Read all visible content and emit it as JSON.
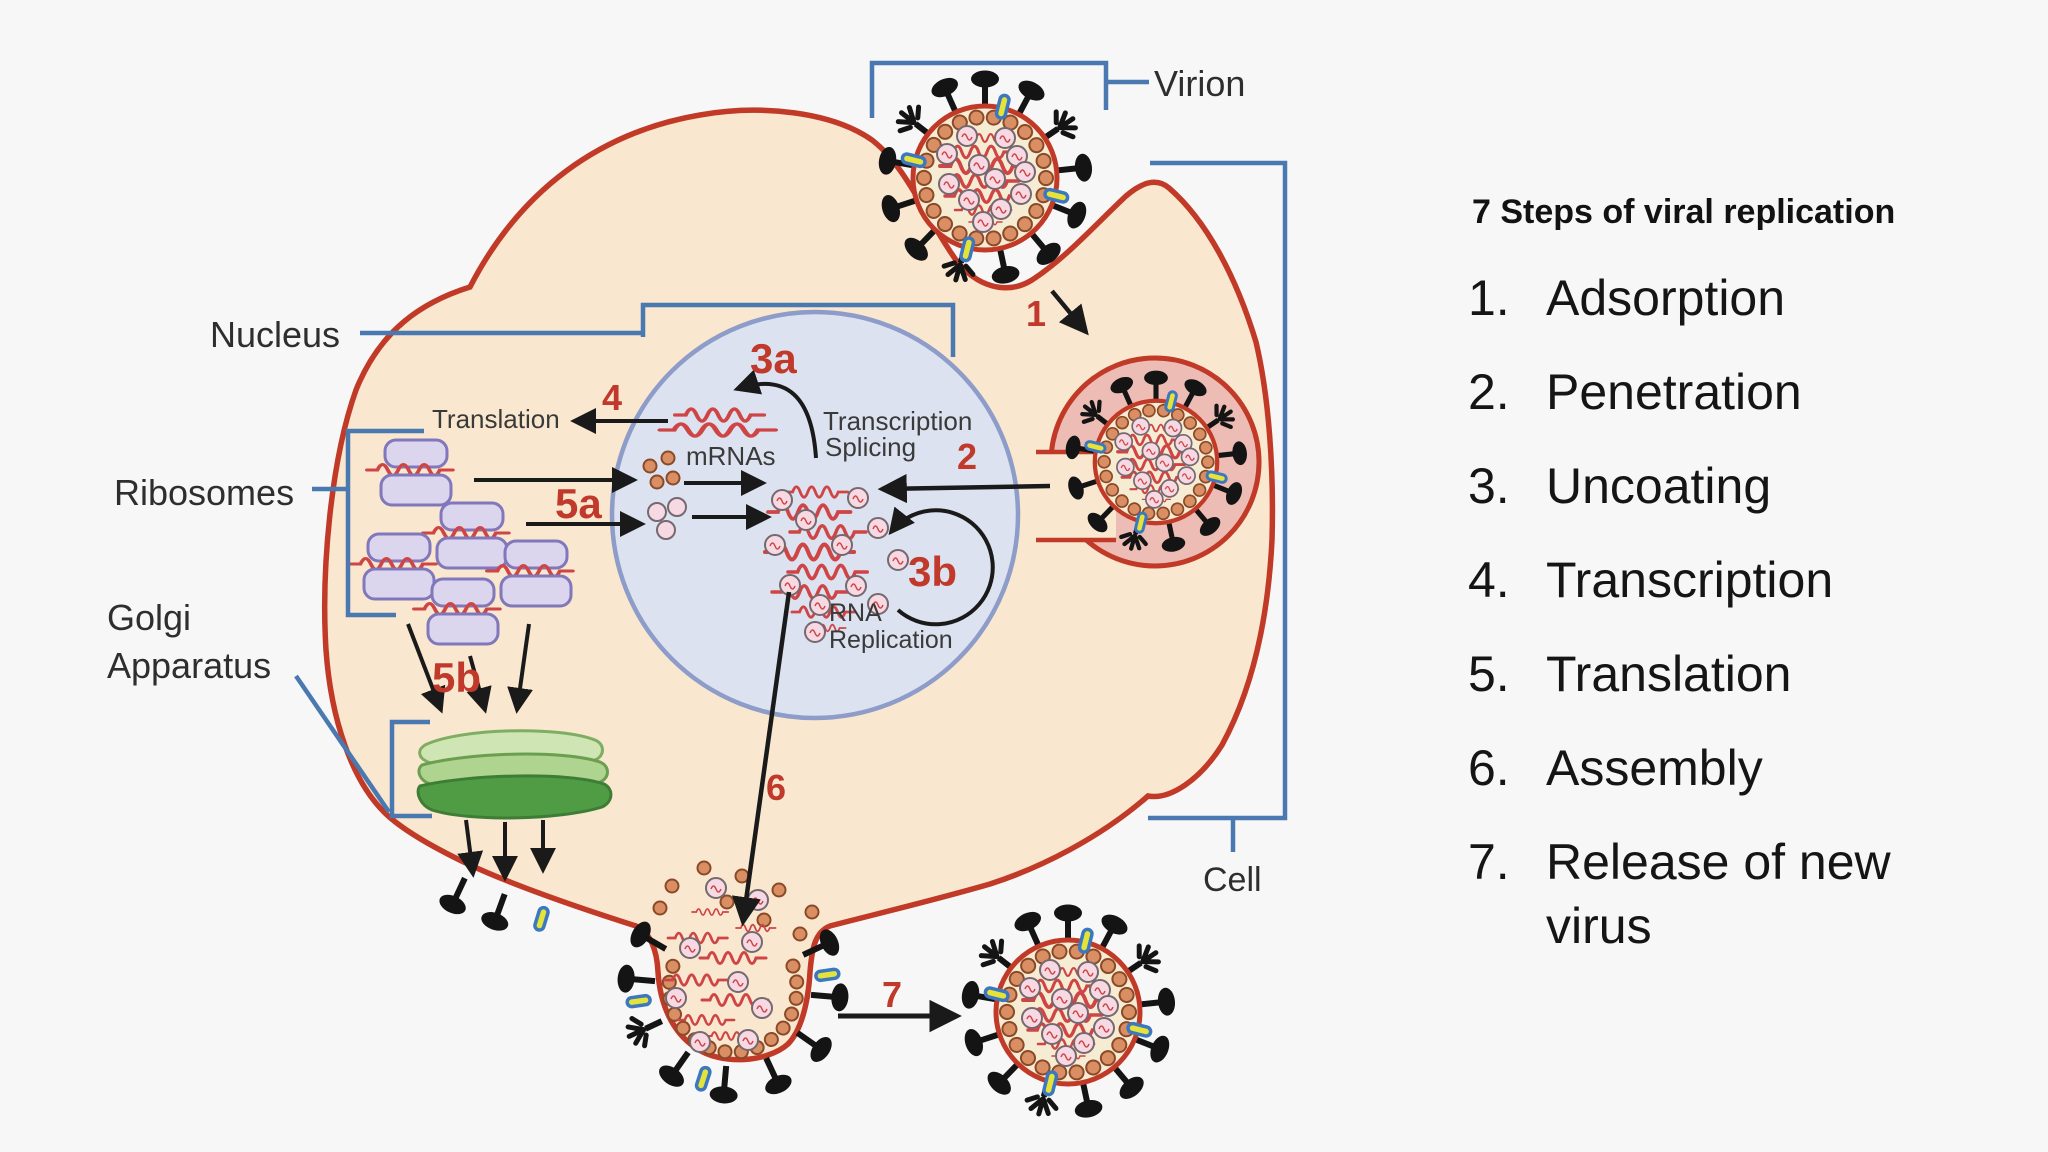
{
  "panel": {
    "heading": "7 Steps of viral replication",
    "steps": [
      {
        "num": "1.",
        "label": "Adsorption"
      },
      {
        "num": "2.",
        "label": "Penetration"
      },
      {
        "num": "3.",
        "label": "Uncoating"
      },
      {
        "num": "4.",
        "label": "Transcription"
      },
      {
        "num": "5.",
        "label": "Translation"
      },
      {
        "num": "6.",
        "label": "Assembly"
      },
      {
        "num": "7.",
        "label": "Release of new virus"
      }
    ]
  },
  "diagram": {
    "labels": {
      "virion": "Virion",
      "nucleus": "Nucleus",
      "ribosomes": "Ribosomes",
      "golgi_1": "Golgi",
      "golgi_2": "Apparatus",
      "cell": "Cell",
      "translation": "Translation",
      "mrnas": "mRNAs",
      "transcription": "Transcription",
      "splicing": "Splicing",
      "rna": "RNA",
      "replication": "Replication"
    },
    "steps": {
      "s1": "1",
      "s2": "2",
      "s3a": "3a",
      "s3b": "3b",
      "s4": "4",
      "s5a": "5a",
      "s5b": "5b",
      "s6": "6",
      "s7": "7"
    },
    "colors": {
      "membrane": "#c13a28",
      "cell_fill": "#f9e7cf",
      "nucleus_fill": "#dce2ef",
      "nucleus_stroke": "#8d9cc9",
      "endosome": "#edbcb4",
      "accent_blue": "#4a78b0",
      "step_red": "#c0392b"
    }
  }
}
